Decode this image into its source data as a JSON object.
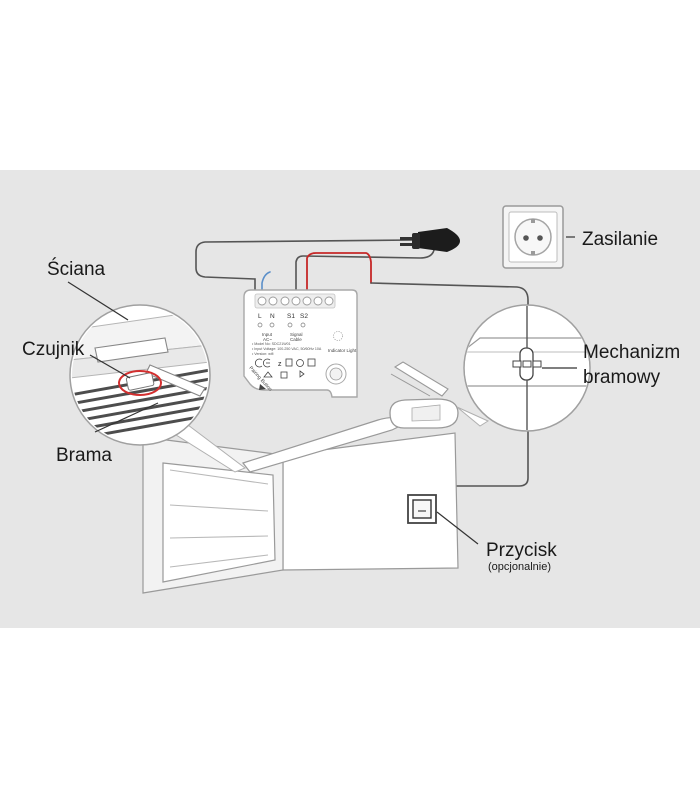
{
  "labels": {
    "wall": "Ściana",
    "sensor": "Czujnik",
    "gate": "Brama",
    "power": "Zasilanie",
    "mechanism_line1": "Mechanizm",
    "mechanism_line2": "bramowy",
    "button": "Przycisk",
    "button_optional": "(opcjonalnie)"
  },
  "module": {
    "terminals": [
      "L",
      "N",
      "S1",
      "S2"
    ],
    "input_label": "Input",
    "input_sub": "AC~",
    "signal_label": "Signal",
    "signal_sub": "Cable",
    "indicator_label": "Indicator Light",
    "pairing_label": "Pairing Button",
    "spec_model": "• Model No: SDC21W01",
    "spec_voltage": "• Input Voltage: 100-250 VAC, 50/60Hz 10A",
    "spec_version": "• Version: wifi"
  },
  "colors": {
    "panel": "#e6e6e6",
    "wire_live": "#c62828",
    "wire_neutral": "#5b8fc9",
    "wire": "#555555",
    "sensor_highlight": "#d32f2f"
  }
}
